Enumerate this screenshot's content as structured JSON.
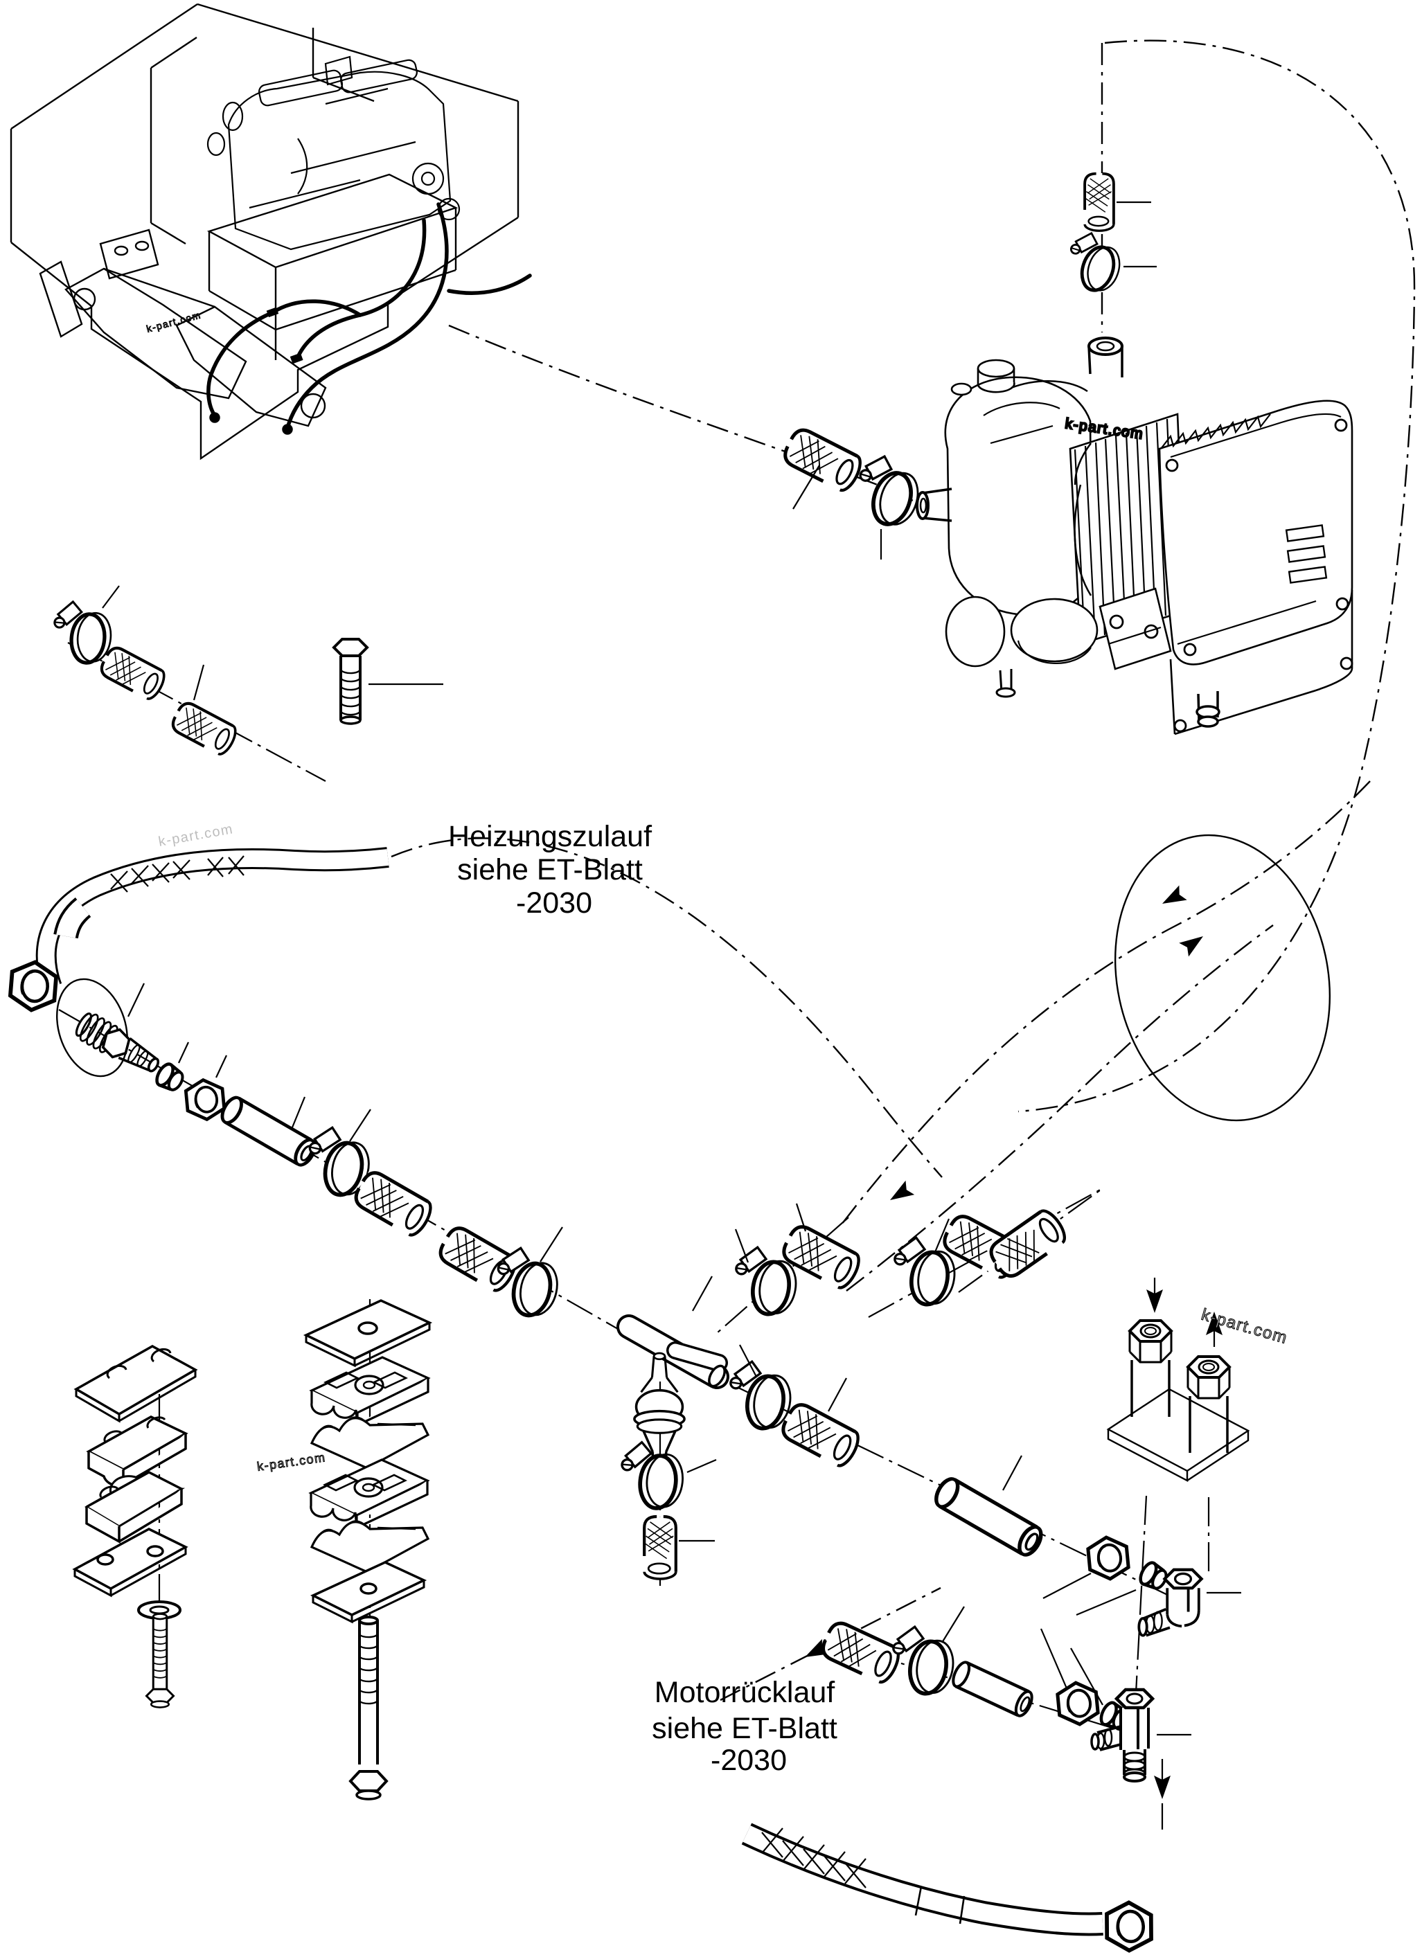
{
  "diagram": {
    "type": "exploded-parts-diagram",
    "language": "de",
    "background": "#ffffff",
    "line_color": "#000000",
    "watermark": {
      "text": "k-part.com",
      "color": "#bdbdbd"
    },
    "notes": {
      "heizungszulauf": {
        "line1": "Heizungszulauf",
        "line2": "siehe ET-Blatt",
        "line3": "-2030"
      },
      "motorruecklauf": {
        "line1": "Motorrücklauf",
        "line2": "siehe ET-Blatt",
        "line3": "-2030"
      }
    },
    "components": [
      "engine-compartment",
      "engine",
      "wiring-harness",
      "auxiliary-heater",
      "braided-hose-segment",
      "hose-clamp",
      "hex-bolt",
      "union-nut",
      "cutting-ring",
      "hose-nipple",
      "straight-tube",
      "t-pipe",
      "drain-valve",
      "elbow-union",
      "t-union",
      "twin-pipe-bracket",
      "clamp-block-stack",
      "washer",
      "supply-hose",
      "return-hose",
      "flow-arrows",
      "routing-centerlines"
    ]
  }
}
